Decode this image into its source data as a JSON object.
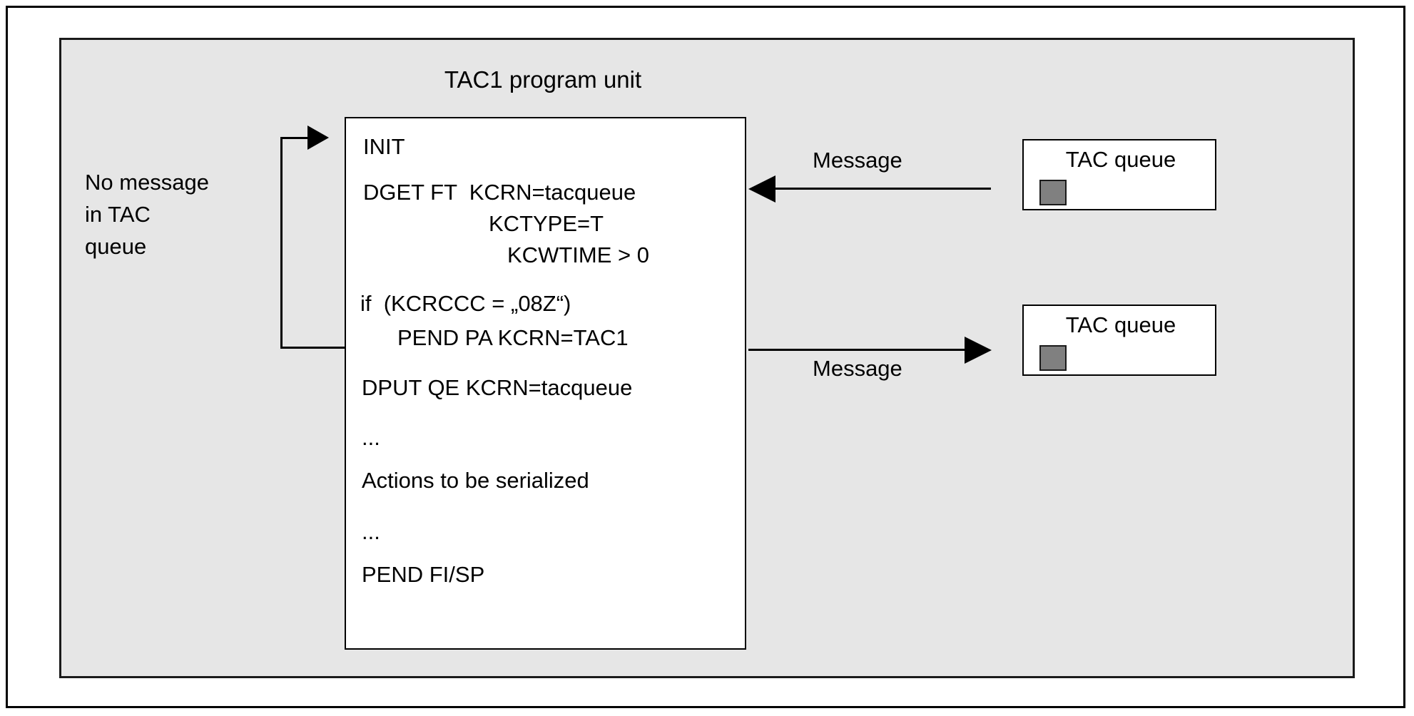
{
  "diagram": {
    "title": "TAC1 program unit",
    "colors": {
      "panel_background": "#e6e6e6",
      "box_background": "#ffffff",
      "line": "#000000",
      "message_token": "#808080"
    },
    "program_unit": {
      "code_lines": [
        "INIT",
        "DGET FT  KCRN=tacqueue",
        "KCTYPE=T",
        "KCWTIME > 0",
        "if  (KCRCCC = „08Z“)",
        "PEND PA KCRN=TAC1",
        "DPUT QE KCRN=tacqueue",
        "...",
        "Actions to be serialized",
        "...",
        "PEND FI/SP"
      ]
    },
    "loop_label": {
      "line1": "No message",
      "line2": "in TAC",
      "line3": "queue"
    },
    "queues": [
      {
        "name": "TAC queue",
        "has_message": true
      },
      {
        "name": "TAC queue",
        "has_message": true
      }
    ],
    "flows": [
      {
        "label": "Message",
        "direction": "left"
      },
      {
        "label": "Message",
        "direction": "right"
      }
    ]
  }
}
